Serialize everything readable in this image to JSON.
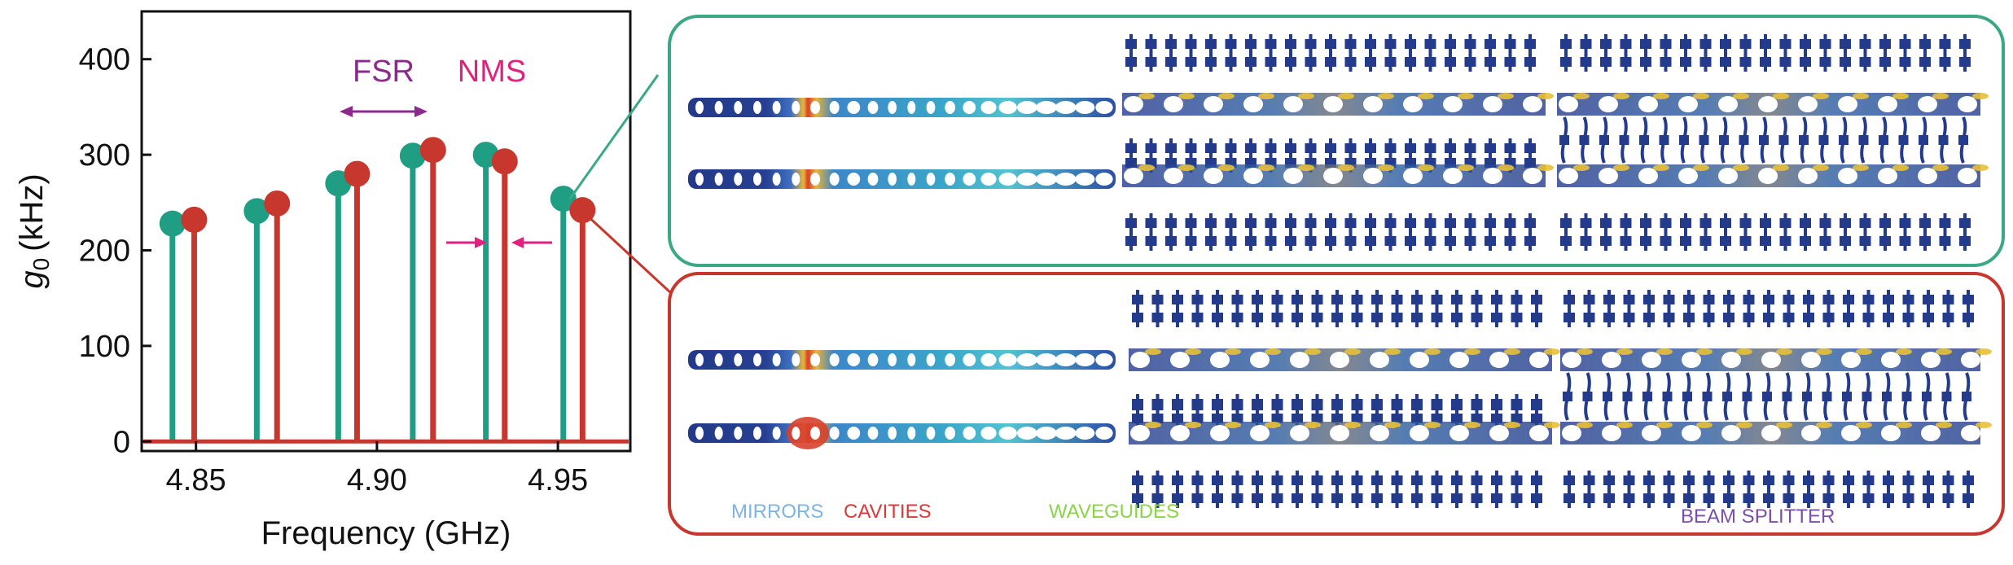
{
  "chart_data": {
    "type": "stem",
    "xlabel": "Frequency (GHz)",
    "ylabel_symbol": "g",
    "ylabel_sub": "0",
    "ylabel_unit": "(kHz)",
    "xlim": [
      4.835,
      4.97
    ],
    "ylim": [
      -10,
      450
    ],
    "xticks": [
      4.85,
      4.9,
      4.95
    ],
    "xtick_labels": [
      "4.85",
      "4.90",
      "4.95"
    ],
    "yticks": [
      0,
      100,
      200,
      300,
      400
    ],
    "ytick_labels": [
      "0",
      "100",
      "200",
      "300",
      "400"
    ],
    "grid": false,
    "baseline": 0,
    "series": [
      {
        "color": "#1f9e84",
        "x": [
          4.8435,
          4.8668,
          4.8893,
          4.9099,
          4.9301,
          4.9515
        ],
        "y": [
          228,
          241,
          270,
          299,
          300,
          254
        ]
      },
      {
        "color": "#c8372d",
        "x": [
          4.8495,
          4.8724,
          4.8945,
          4.9155,
          4.9353,
          4.9568
        ],
        "y": [
          232,
          249,
          280,
          305,
          293,
          242
        ]
      }
    ],
    "annotations": [
      {
        "text": "FSR",
        "color": "#8b2a8c"
      },
      {
        "text": "NMS",
        "color": "#e0217e"
      }
    ]
  },
  "panels": {
    "colors": {
      "green_box": "#3aa883",
      "red_box": "#c8372d",
      "device_body": "#243b8c",
      "device_bg": "#1e2f86"
    },
    "legend": [
      {
        "text": "MIRRORS",
        "color": "#7fb4e0"
      },
      {
        "text": "CAVITIES",
        "color": "#d83a3a"
      },
      {
        "text": "WAVEGUIDES",
        "color": "#8cd34a"
      },
      {
        "text": "BEAM SPLITTER",
        "color": "#7a4fa8"
      }
    ]
  }
}
